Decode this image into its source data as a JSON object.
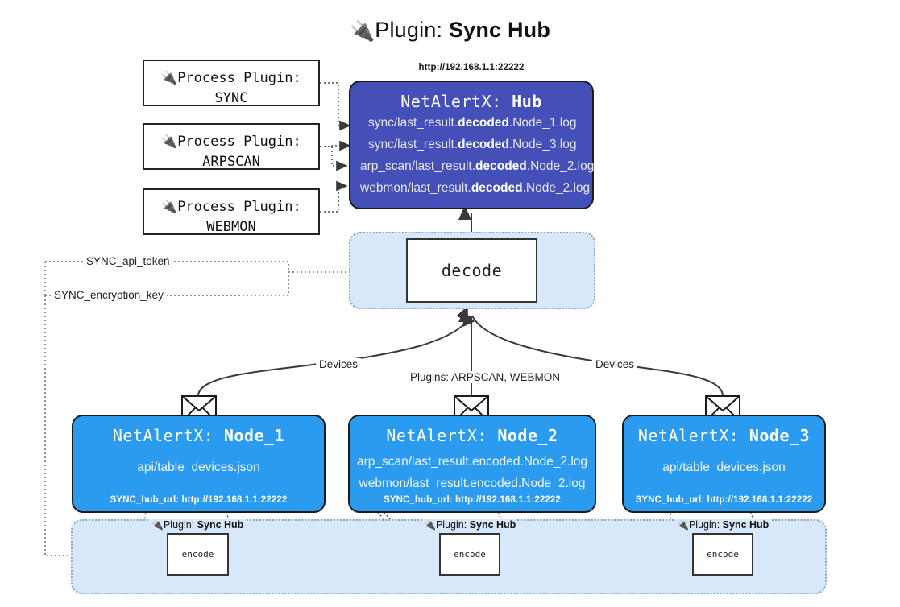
{
  "header": {
    "icon": "plug-icon",
    "prefix": "Plugin: ",
    "name": "Sync Hub"
  },
  "process_plugins": [
    {
      "icon": "plug-icon",
      "line1": "Process Plugin:",
      "line2": "SYNC"
    },
    {
      "icon": "plug-icon",
      "line1": "Process Plugin:",
      "line2": "ARPSCAN"
    },
    {
      "icon": "plug-icon",
      "line1": "Process Plugin:",
      "line2": "WEBMON"
    }
  ],
  "hub": {
    "url": "http://192.168.1.1:22222",
    "title_prefix": "NetAlertX: ",
    "title_name": "Hub",
    "logs": [
      {
        "pre": "sync/last_result.",
        "mid": "decoded",
        "post": ".Node_1.log"
      },
      {
        "pre": "sync/last_result.",
        "mid": "decoded",
        "post": ".Node_3.log"
      },
      {
        "pre": "arp_scan/last_result.",
        "mid": "decoded",
        "post": ".Node_2.log"
      },
      {
        "pre": "webmon/last_result.",
        "mid": "decoded",
        "post": ".Node_2.log"
      }
    ]
  },
  "decode": {
    "label": "decode"
  },
  "secrets": [
    {
      "label": "SYNC_api_token"
    },
    {
      "label": "SYNC_encryption_key"
    }
  ],
  "edge_labels": {
    "devices_left": "Devices",
    "devices_right": "Devices",
    "plugins_center": "Plugins: ARPSCAN, WEBMON"
  },
  "nodes": [
    {
      "icon": "envelope-icon",
      "title_prefix": "NetAlertX: ",
      "title_name": "Node_1",
      "rows": [
        "api/table_devices.json"
      ],
      "url_label": "SYNC_hub_url: http://192.168.1.1:22222"
    },
    {
      "icon": "envelope-icon",
      "title_prefix": "NetAlertX: ",
      "title_name": "Node_2",
      "rows": [
        "arp_scan/last_result.encoded.Node_2.log",
        "webmon/last_result.encoded.Node_2.log"
      ],
      "url_label": "SYNC_hub_url: http://192.168.1.1:22222"
    },
    {
      "icon": "envelope-icon",
      "title_prefix": "NetAlertX: ",
      "title_name": "Node_3",
      "rows": [
        "api/table_devices.json"
      ],
      "url_label": "SYNC_hub_url: http://192.168.1.1:22222"
    }
  ],
  "encoders": [
    {
      "icon": "plug-icon",
      "plugin_prefix": "Plugin: ",
      "plugin_name": "Sync Hub",
      "label": "encode"
    },
    {
      "icon": "plug-icon",
      "plugin_prefix": "Plugin: ",
      "plugin_name": "Sync Hub",
      "label": "encode"
    },
    {
      "icon": "plug-icon",
      "plugin_prefix": "Plugin: ",
      "plugin_name": "Sync Hub",
      "label": "encode"
    }
  ],
  "colors": {
    "hub_fill": "#4450b8",
    "node_fill": "#2b9bf0",
    "container_fill": "#d6e8f9",
    "stroke": "#1b1b1b"
  }
}
